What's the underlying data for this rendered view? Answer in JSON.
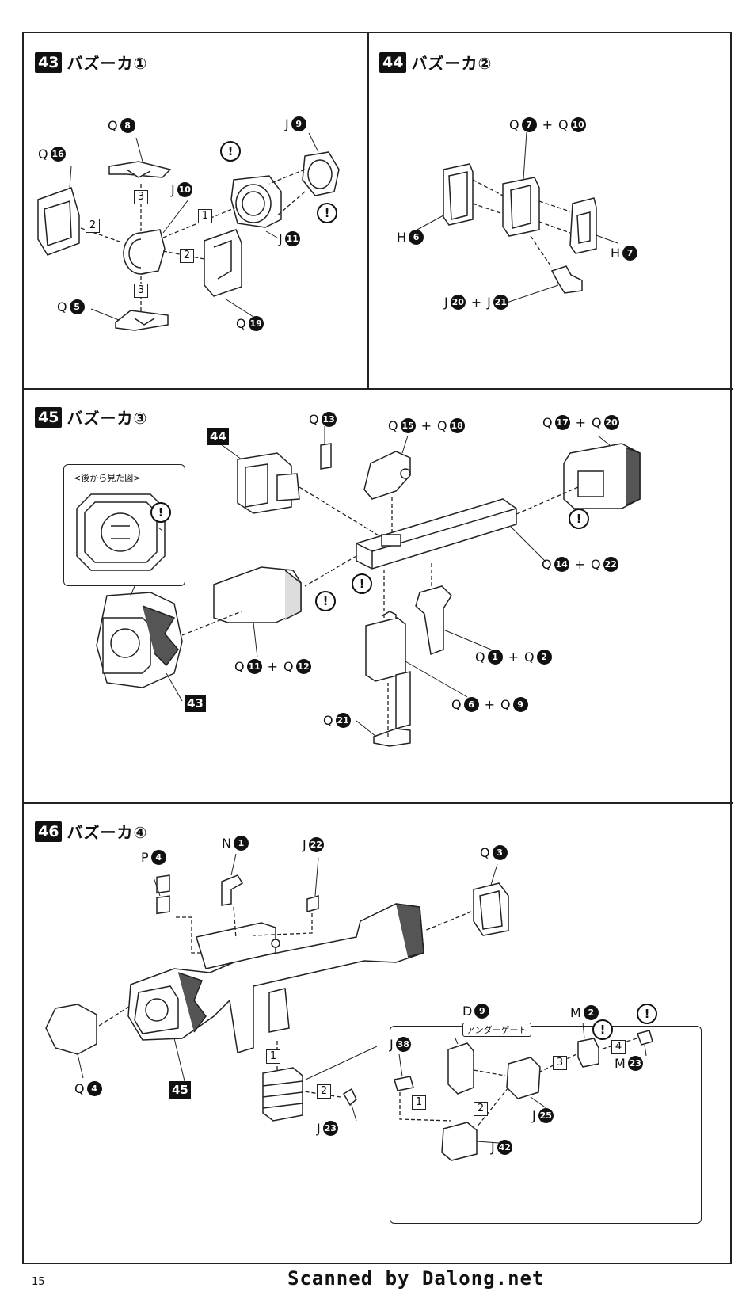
{
  "steps": {
    "s43": {
      "num": "43",
      "title": "バズーカ①"
    },
    "s44": {
      "num": "44",
      "title": "バズーカ②"
    },
    "s45": {
      "num": "45",
      "title": "バズーカ③"
    },
    "s46": {
      "num": "46",
      "title": "バズーカ④"
    }
  },
  "parts": {
    "q8": {
      "letter": "Q",
      "n": "8"
    },
    "q16": {
      "letter": "Q",
      "n": "16"
    },
    "j9": {
      "letter": "J",
      "n": "9"
    },
    "j10": {
      "letter": "J",
      "n": "10"
    },
    "j11": {
      "letter": "J",
      "n": "11"
    },
    "q5": {
      "letter": "Q",
      "n": "5"
    },
    "q19": {
      "letter": "Q",
      "n": "19"
    },
    "q7q10": {
      "a": "Q",
      "an": "7",
      "b": "Q",
      "bn": "10"
    },
    "h6": {
      "letter": "H",
      "n": "6"
    },
    "h7": {
      "letter": "H",
      "n": "7"
    },
    "j20j21": {
      "a": "J",
      "an": "20",
      "b": "J",
      "bn": "21"
    },
    "q13": {
      "letter": "Q",
      "n": "13"
    },
    "q15q18": {
      "a": "Q",
      "an": "15",
      "b": "Q",
      "bn": "18"
    },
    "q17q20": {
      "a": "Q",
      "an": "17",
      "b": "Q",
      "bn": "20"
    },
    "q14q22": {
      "a": "Q",
      "an": "14",
      "b": "Q",
      "bn": "22"
    },
    "q11q12": {
      "a": "Q",
      "an": "11",
      "b": "Q",
      "bn": "12"
    },
    "q1q2": {
      "a": "Q",
      "an": "1",
      "b": "Q",
      "bn": "2"
    },
    "q6q9": {
      "a": "Q",
      "an": "6",
      "b": "Q",
      "bn": "9"
    },
    "q21": {
      "letter": "Q",
      "n": "21"
    },
    "n1": {
      "letter": "N",
      "n": "1"
    },
    "p4": {
      "letter": "P",
      "n": "4"
    },
    "j22": {
      "letter": "J",
      "n": "22"
    },
    "q3": {
      "letter": "Q",
      "n": "3"
    },
    "q4": {
      "letter": "Q",
      "n": "4"
    },
    "j23": {
      "letter": "J",
      "n": "23"
    },
    "d9": {
      "letter": "D",
      "n": "9"
    },
    "m2": {
      "letter": "M",
      "n": "2"
    },
    "m23": {
      "letter": "M",
      "n": "23"
    },
    "j38": {
      "letter": "J",
      "n": "38"
    },
    "j25": {
      "letter": "J",
      "n": "25"
    },
    "j42": {
      "letter": "J",
      "n": "42"
    }
  },
  "refs": {
    "r44": "44",
    "r43": "43",
    "r45": "45"
  },
  "orders": {
    "one": "1",
    "two": "2",
    "three": "3",
    "four": "4"
  },
  "plus": "+",
  "warning": "!",
  "view_from_back": "<後から見た図>",
  "undergate": "アンダーゲート",
  "page_number": "15",
  "credit": "Scanned by Dalong.net"
}
